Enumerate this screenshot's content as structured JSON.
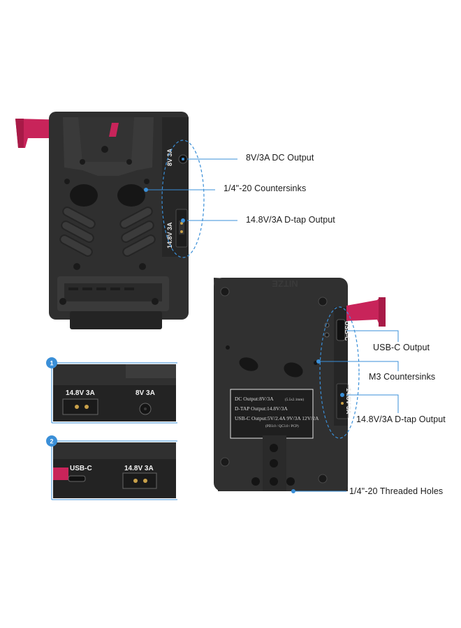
{
  "callouts": {
    "dc_output": "8V/3A DC Output",
    "countersinks_quarter": "1/4\"-20 Countersinks",
    "dtap_output_front": "14.8V/3A D-tap Output",
    "usbc_output": "USB-C Output",
    "m3_countersinks": "M3 Countersinks",
    "dtap_output_back": "14.8V/3A D-tap Output",
    "threaded_holes": "1/4\"-20 Threaded Holes"
  },
  "front_device": {
    "port_label_dc": "8V 3A",
    "port_label_dtap": "14.8V 3A"
  },
  "back_device": {
    "brand": "NITZE",
    "port_label_usbc": "USB-C",
    "port_label_dtap": "14.8V 3A",
    "spec_lines": [
      "DC Output:8V/3A",
      "(5.5x2.1mm)",
      "D-TAP Output:14.8V/3A",
      "USB-C Output:5V/2.4A 9V/3A 12V/2A",
      "(PD3.0 / QC3.0 / PCP)"
    ]
  },
  "detail_panels": [
    {
      "number": "1",
      "labels": [
        "14.8V 3A",
        "8V 3A"
      ]
    },
    {
      "number": "2",
      "labels": [
        "USB-C",
        "14.8V 3A"
      ]
    }
  ],
  "colors": {
    "accent_blue": "#3a8fd8",
    "body_dark": "#2b2b2b",
    "handle_pink": "#c8245a",
    "text": "#1b1b1b"
  }
}
